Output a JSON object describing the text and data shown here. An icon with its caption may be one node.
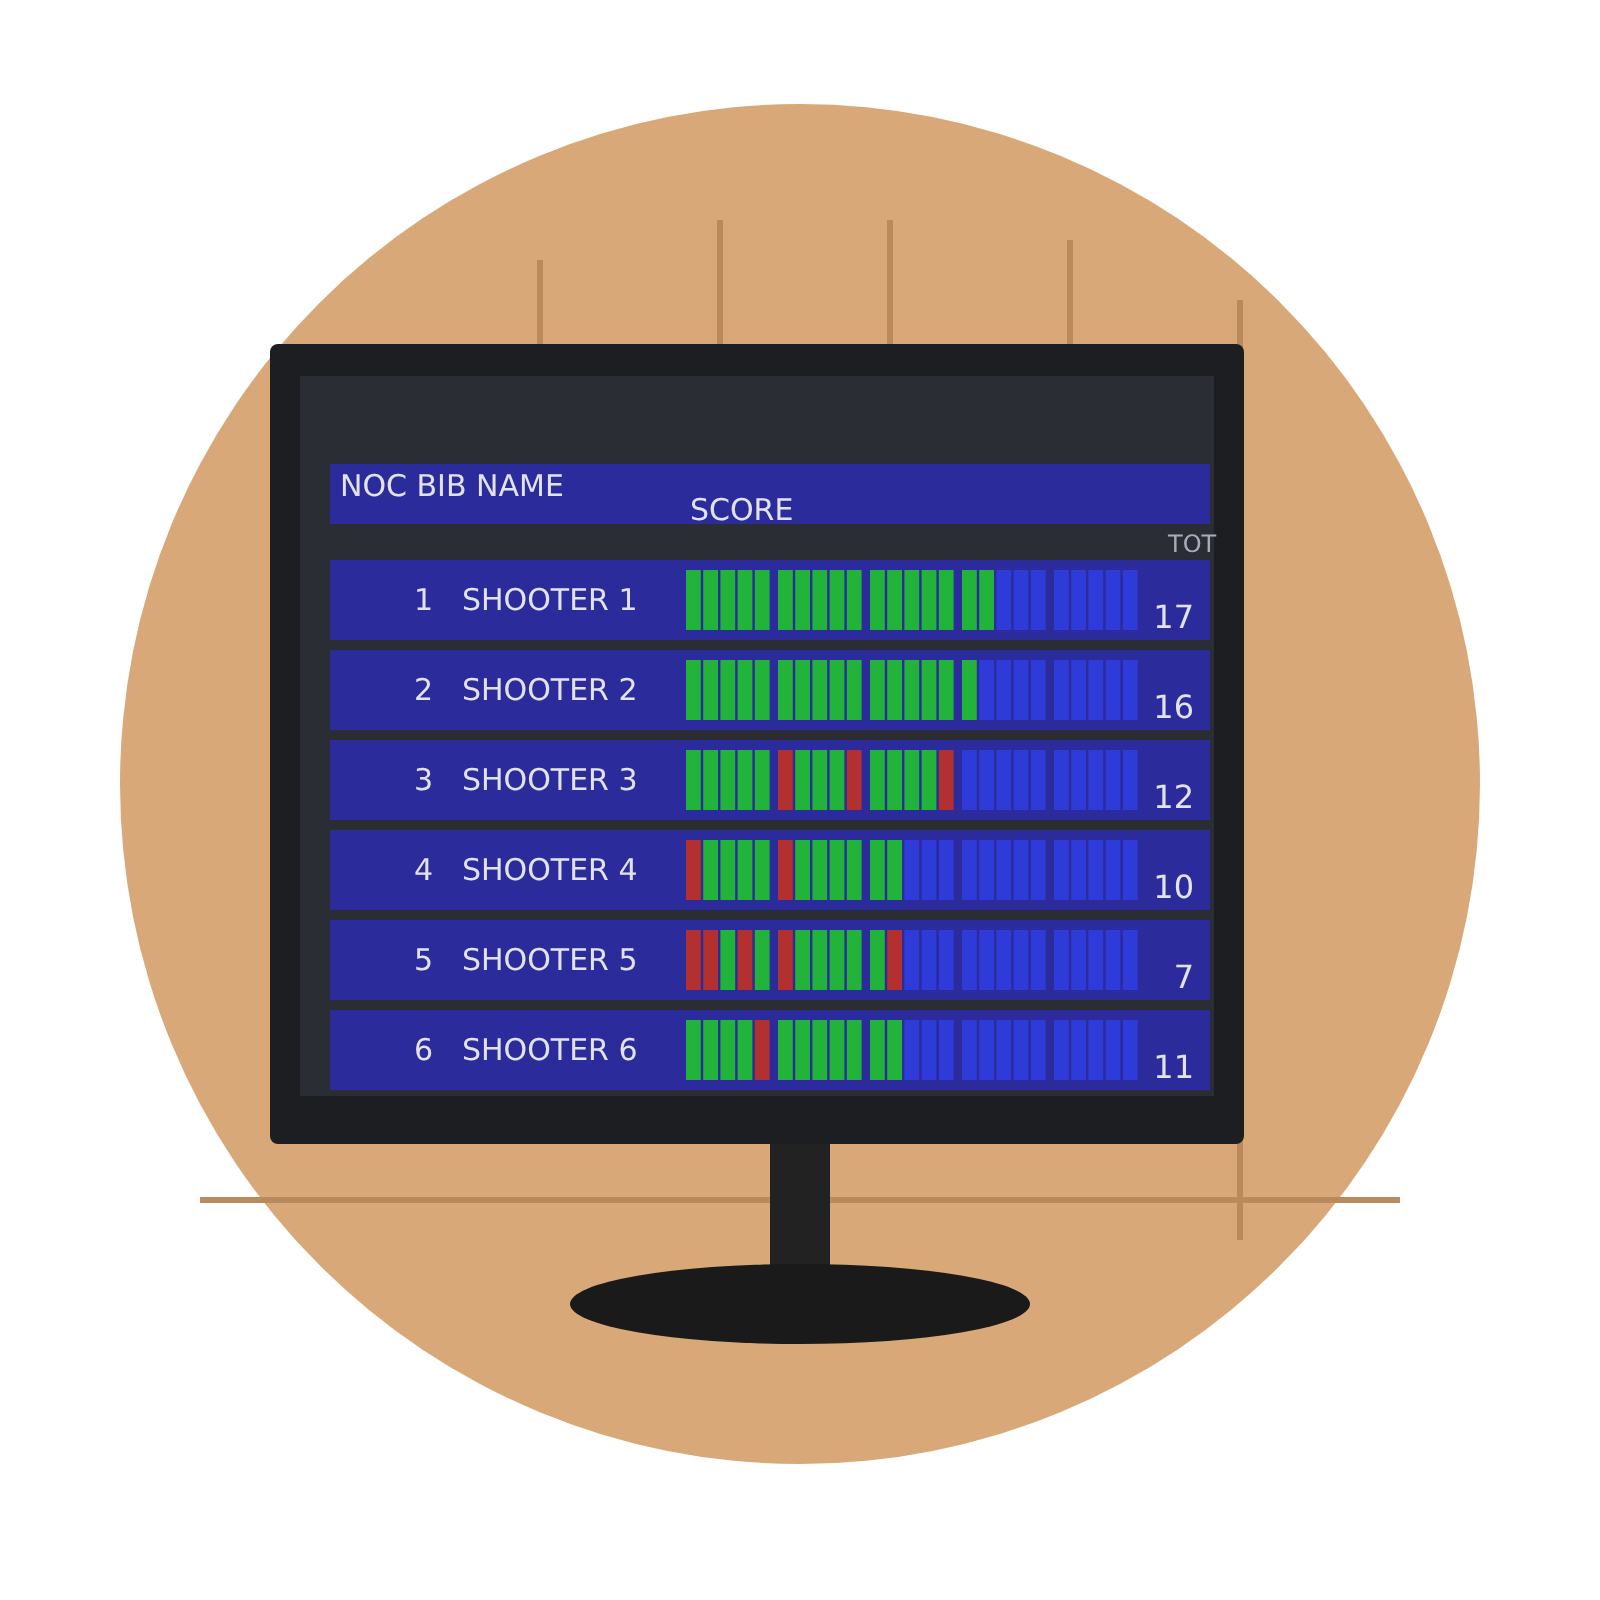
{
  "diagram": {
    "labels": [
      "NOC BIB NAME",
      "SCORE",
      "TOT",
      "1",
      "SHOOTER 1",
      "17",
      "2",
      "SHOOTER 2",
      "16",
      "3",
      "SHOOTER 3",
      "12",
      "4",
      "SHOOTER 4",
      "10",
      "5",
      "SHOOTER 5",
      "7",
      "6",
      "SHOOTER 6",
      "11"
    ]
  }
}
